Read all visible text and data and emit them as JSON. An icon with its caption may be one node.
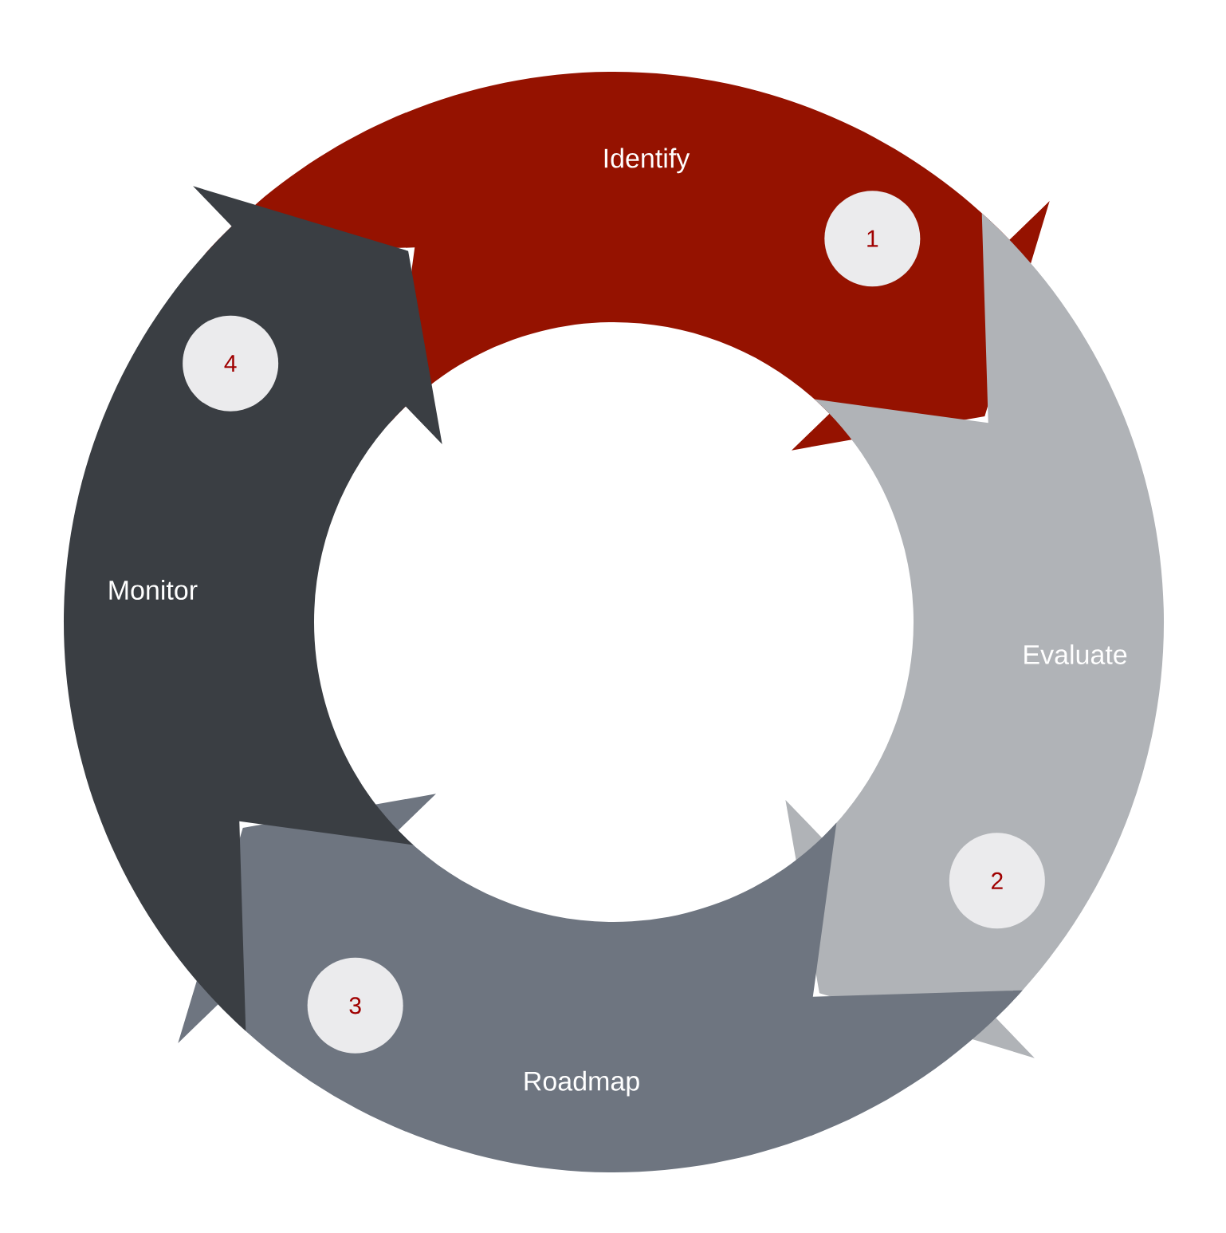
{
  "diagram": {
    "nodes": [
      {
        "text": [
          "Identify"
        ]
      },
      {
        "text": [
          "1"
        ],
        "in": 0
      },
      {
        "text": [
          "Evaluate"
        ]
      },
      {
        "text": [
          "2"
        ],
        "in": 2
      },
      {
        "text": [
          "Roadmap"
        ]
      },
      {
        "text": [
          "3"
        ],
        "in": 4
      },
      {
        "text": [
          "Monitor"
        ]
      },
      {
        "text": [
          "4"
        ],
        "in": 6
      }
    ]
  }
}
